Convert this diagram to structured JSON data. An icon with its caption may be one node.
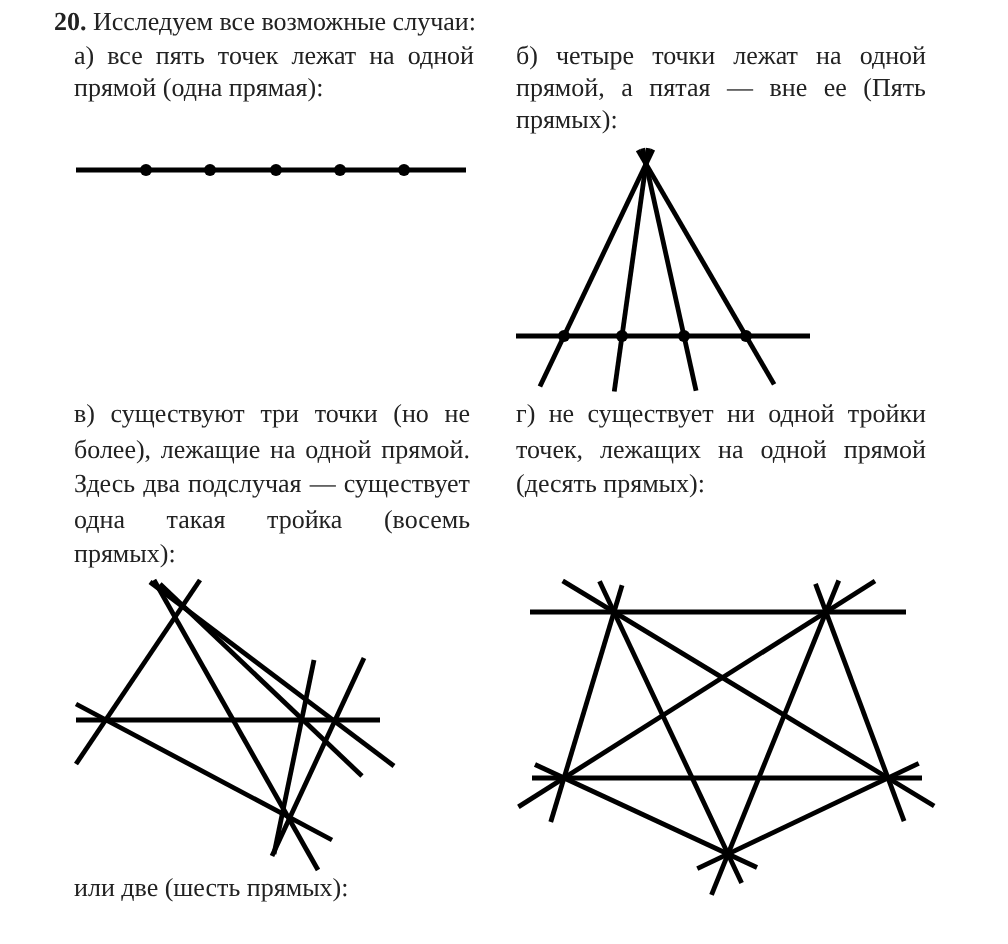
{
  "diagram": {
    "labels": [
      "**20.** Исследуем все возможные случаи:",
      "а) все пять точек лежат на одной прямой (одна прямая):",
      "б) четыре точки лежат на одной прямой, а пятая — вне ее (Пять прямых):",
      "в) существуют три точки (но не более), лежащие на одной прямой. Здесь два подслучая — существует одна такая тройка (восемь прямых):",
      "г) не существует ни одной тройки точек, лежащих на одной прямой (десять прямых):",
      "или две (шесть прямых):"
    ]
  }
}
